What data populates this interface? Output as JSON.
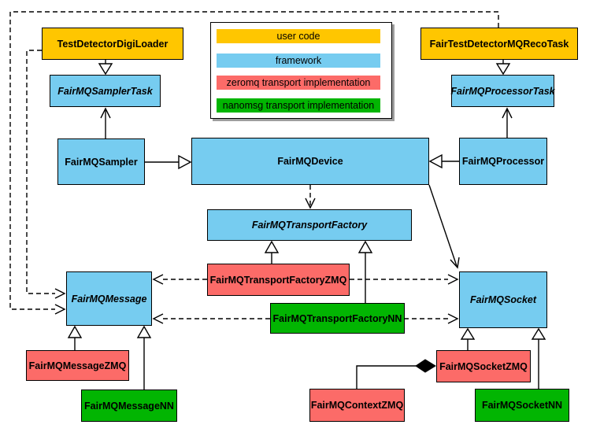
{
  "colors": {
    "user_code": "#FFC600",
    "framework": "#76CCF0",
    "zeromq": "#FC6B68",
    "nanomsg": "#02B502",
    "border": "#000000",
    "background": "#FFFFFF"
  },
  "legend": {
    "items": [
      {
        "id": "user-code",
        "label": "user code",
        "color": "#FFC600"
      },
      {
        "id": "framework",
        "label": "framework",
        "color": "#76CCF0"
      },
      {
        "id": "zeromq",
        "label": "zeromq transport implementation",
        "color": "#FC6B68"
      },
      {
        "id": "nanomsg",
        "label": "nanomsg transport implementation",
        "color": "#02B502"
      }
    ]
  },
  "nodes": {
    "digi_loader": {
      "label": "TestDetectorDigiLoader",
      "category": "user code",
      "abstract": false
    },
    "reco_task": {
      "label": "FairTestDetectorMQRecoTask",
      "category": "user code",
      "abstract": false
    },
    "sampler_task": {
      "label": "FairMQSamplerTask",
      "category": "framework",
      "abstract": true
    },
    "processor_task": {
      "label": "FairMQProcessorTask",
      "category": "framework",
      "abstract": true
    },
    "sampler": {
      "label": "FairMQSampler",
      "category": "framework",
      "abstract": false
    },
    "device": {
      "label": "FairMQDevice",
      "category": "framework",
      "abstract": false
    },
    "processor": {
      "label": "FairMQProcessor",
      "category": "framework",
      "abstract": false
    },
    "transport_factory": {
      "label": "FairMQTransportFactory",
      "category": "framework",
      "abstract": true
    },
    "transport_factory_zmq": {
      "label": "FairMQTransportFactoryZMQ",
      "category": "zeromq",
      "abstract": false
    },
    "transport_factory_nn": {
      "label": "FairMQTransportFactoryNN",
      "category": "nanomsg",
      "abstract": false
    },
    "message": {
      "label": "FairMQMessage",
      "category": "framework",
      "abstract": true
    },
    "socket": {
      "label": "FairMQSocket",
      "category": "framework",
      "abstract": true
    },
    "message_zmq": {
      "label": "FairMQMessageZMQ",
      "category": "zeromq",
      "abstract": false
    },
    "message_nn": {
      "label": "FairMQMessageNN",
      "category": "nanomsg",
      "abstract": false
    },
    "context_zmq": {
      "label": "FairMQContextZMQ",
      "category": "zeromq",
      "abstract": false
    },
    "socket_zmq": {
      "label": "FairMQSocketZMQ",
      "category": "zeromq",
      "abstract": false
    },
    "socket_nn": {
      "label": "FairMQSocketNN",
      "category": "nanomsg",
      "abstract": false
    }
  },
  "edges": [
    {
      "from": "TestDetectorDigiLoader",
      "to": "FairMQSamplerTask",
      "type": "inheritance"
    },
    {
      "from": "FairTestDetectorMQRecoTask",
      "to": "FairMQProcessorTask",
      "type": "inheritance"
    },
    {
      "from": "FairMQSampler",
      "to": "FairMQSamplerTask",
      "type": "association"
    },
    {
      "from": "FairMQProcessor",
      "to": "FairMQProcessorTask",
      "type": "association"
    },
    {
      "from": "FairMQSampler",
      "to": "FairMQDevice",
      "type": "inheritance"
    },
    {
      "from": "FairMQProcessor",
      "to": "FairMQDevice",
      "type": "inheritance"
    },
    {
      "from": "FairMQDevice",
      "to": "FairMQTransportFactory",
      "type": "dependency"
    },
    {
      "from": "FairMQDevice",
      "to": "FairMQSocket",
      "type": "association"
    },
    {
      "from": "FairMQTransportFactoryZMQ",
      "to": "FairMQTransportFactory",
      "type": "inheritance"
    },
    {
      "from": "FairMQTransportFactoryNN",
      "to": "FairMQTransportFactory",
      "type": "inheritance"
    },
    {
      "from": "TestDetectorDigiLoader",
      "to": "FairMQMessage",
      "type": "dependency"
    },
    {
      "from": "FairTestDetectorMQRecoTask",
      "to": "FairMQMessage",
      "type": "dependency"
    },
    {
      "from": "FairMQTransportFactoryZMQ",
      "to": "FairMQMessage",
      "type": "dependency"
    },
    {
      "from": "FairMQTransportFactoryNN",
      "to": "FairMQMessage",
      "type": "dependency"
    },
    {
      "from": "FairMQTransportFactoryZMQ",
      "to": "FairMQSocket",
      "type": "dependency"
    },
    {
      "from": "FairMQTransportFactoryNN",
      "to": "FairMQSocket",
      "type": "dependency"
    },
    {
      "from": "FairMQMessageZMQ",
      "to": "FairMQMessage",
      "type": "inheritance"
    },
    {
      "from": "FairMQMessageNN",
      "to": "FairMQMessage",
      "type": "inheritance"
    },
    {
      "from": "FairMQSocketZMQ",
      "to": "FairMQSocket",
      "type": "inheritance"
    },
    {
      "from": "FairMQSocketNN",
      "to": "FairMQSocket",
      "type": "inheritance"
    },
    {
      "from": "FairMQSocketZMQ",
      "to": "FairMQContextZMQ",
      "type": "composition"
    }
  ]
}
